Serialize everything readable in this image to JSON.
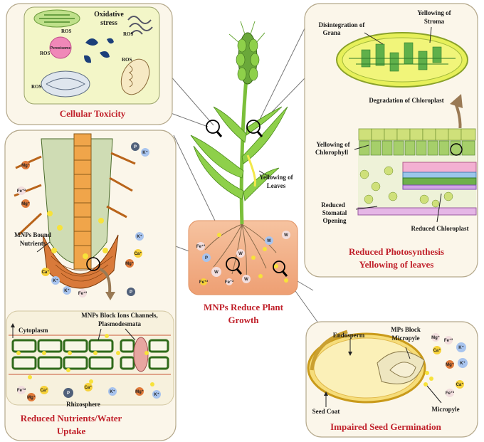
{
  "center": {
    "title_line1": "MNPs Reduce Plant",
    "title_line2": "Growth",
    "leaf_label_line1": "Yellowing of",
    "leaf_label_line2": "Leaves"
  },
  "toxicity": {
    "title": "Cellular Toxicity",
    "stress_line1": "Oxidative",
    "stress_line2": "stress",
    "ros": "ROS",
    "peroxisome": "Peroxisome"
  },
  "photosynthesis": {
    "grana_line1": "Disintegration of",
    "grana_line2": "Grana",
    "stroma_line1": "Yellowing of",
    "stroma_line2": "Stroma",
    "degradation": "Degradation of Chloroplast",
    "chlorophyll_line1": "Yellowing of",
    "chlorophyll_line2": "Chlorophyll",
    "stomatal_line1": "Reduced",
    "stomatal_line2": "Stomatal",
    "stomatal_line3": "Opening",
    "reduced_chloroplast": "Reduced Chloroplast",
    "title_line1": "Reduced Photosynthesis",
    "title_line2": "Yellowing of leaves"
  },
  "root": {
    "mnps_bound_line1": "MNPs Bound",
    "mnps_bound_line2": "Nutrients",
    "block_line1": "MNPs Block Ions Channels,",
    "block_line2": "Plasmodesmata",
    "cytoplasm": "Cytoplasm",
    "rhizosphere": "Rhizosphere",
    "title_line1": "Reduced Nutrients/Water",
    "title_line2": "Uptake"
  },
  "seed": {
    "endosperm": "Endosperm",
    "block_line1": "MPs Block",
    "block_line2": "Micropyle",
    "seed_coat": "Seed Coat",
    "micropyle": "Micropyle",
    "title": "Impaired Seed Germination"
  },
  "ions": [
    "P",
    "K⁺",
    "Mg⁺",
    "Fe⁺²",
    "Ca⁺",
    "W"
  ],
  "colors": {
    "title_red": "#c0202a",
    "panel_bg": "#fbf6ea",
    "panel_border": "#b5a98c",
    "soil": "#f2b58c"
  }
}
